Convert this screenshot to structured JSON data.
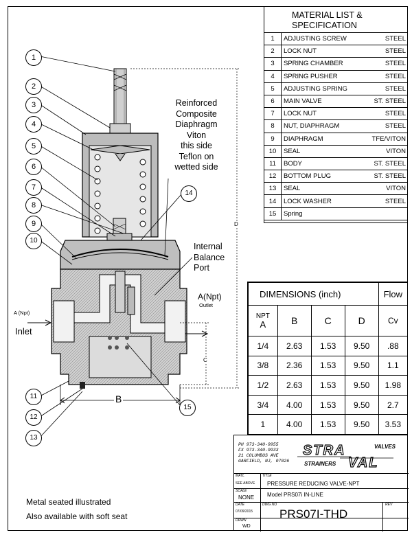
{
  "material": {
    "title_line1": "MATERIAL LIST &",
    "title_line2": "SPECIFICATION",
    "rows": [
      {
        "no": "1",
        "desc": "ADJUSTING SCREW",
        "mat": "STEEL"
      },
      {
        "no": "2",
        "desc": "LOCK NUT",
        "mat": "STEEL"
      },
      {
        "no": "3",
        "desc": "SPRING CHAMBER",
        "mat": "STEEL"
      },
      {
        "no": "4",
        "desc": "SPRING PUSHER",
        "mat": "STEEL"
      },
      {
        "no": "5",
        "desc": "ADJUSTING SPRING",
        "mat": "STEEL"
      },
      {
        "no": "6",
        "desc": "MAIN VALVE",
        "mat": "ST. STEEL"
      },
      {
        "no": "7",
        "desc": "LOCK NUT",
        "mat": "STEEL"
      },
      {
        "no": "8",
        "desc": "NUT, DIAPHRAGM",
        "mat": "STEEL"
      },
      {
        "no": "9",
        "desc": "DIAPHRAGM",
        "mat": "TFE/VITON"
      },
      {
        "no": "10",
        "desc": "SEAL",
        "mat": "VITON"
      },
      {
        "no": "11",
        "desc": "BODY",
        "mat": "ST. STEEL"
      },
      {
        "no": "12",
        "desc": "BOTTOM PLUG",
        "mat": "ST. STEEL"
      },
      {
        "no": "13",
        "desc": "SEAL",
        "mat": "VITON"
      },
      {
        "no": "14",
        "desc": "LOCK WASHER",
        "mat": "STEEL"
      },
      {
        "no": "15",
        "desc": "Spring",
        "mat": ""
      }
    ]
  },
  "dimensions": {
    "title": "DIMENSIONS (inch)",
    "flow": "Flow",
    "col_npt_small": "NPT",
    "col_npt": "A",
    "col_b": "B",
    "col_c": "C",
    "col_d": "D",
    "col_cv": "Cv",
    "rows": [
      {
        "a": "1/4",
        "b": "2.63",
        "c": "1.53",
        "d": "9.50",
        "cv": ".88"
      },
      {
        "a": "3/8",
        "b": "2.36",
        "c": "1.53",
        "d": "9.50",
        "cv": "1.1"
      },
      {
        "a": "1/2",
        "b": "2.63",
        "c": "1.53",
        "d": "9.50",
        "cv": "1.98"
      },
      {
        "a": "3/4",
        "b": "4.00",
        "c": "1.53",
        "d": "9.50",
        "cv": "2.7"
      },
      {
        "a": "1",
        "b": "4.00",
        "c": "1.53",
        "d": "9.50",
        "cv": "3.53"
      }
    ]
  },
  "title_block": {
    "address": [
      "PH 973-340-9955",
      "FX 973-340-9933",
      "21 COLUMBUS AVE",
      "GARFIELD, NJ, 07026"
    ],
    "logo_top": "STRA",
    "logo_bottom": "VAL",
    "logo_valves": "VALVES",
    "logo_strainers": "STRAINERS",
    "matl_label": "MATL",
    "matl_value": "SEE ABOVE",
    "title_label": "TITLE",
    "title_line1": "PRESSURE REDUCING VALVE-NPT",
    "title_line2": "Model PRS07i IN-LINE",
    "scale_label": "SCALE",
    "scale_value": "NONE",
    "date_label": "DATE",
    "date_value": "07/09/2015",
    "dwg_label": "DWG NO",
    "dwg_value": "PRS07I-THD",
    "rev_label": "REV",
    "drwn_label": "DRWN",
    "drwn_value": "WD"
  },
  "drawing": {
    "callouts": [
      "1",
      "2",
      "3",
      "4",
      "5",
      "6",
      "7",
      "8",
      "9",
      "10",
      "11",
      "12",
      "13",
      "14",
      "15"
    ],
    "diaphragm_note": [
      "Reinforced",
      "Composite",
      "Diaphragm",
      "Viton",
      "this side",
      "Teflon on",
      "wetted side"
    ],
    "port_note": [
      "Internal",
      "Balance",
      "Port"
    ],
    "outlet_label": "A(Npt)",
    "outlet_sub": "Outlet",
    "inlet_small": "A (Npt)",
    "inlet_label": "Inlet",
    "dim_b": "B",
    "dim_c": "C",
    "dim_d": "D"
  },
  "notes": {
    "line1": "Metal seated illustrated",
    "line2": "Also available with soft seat"
  }
}
